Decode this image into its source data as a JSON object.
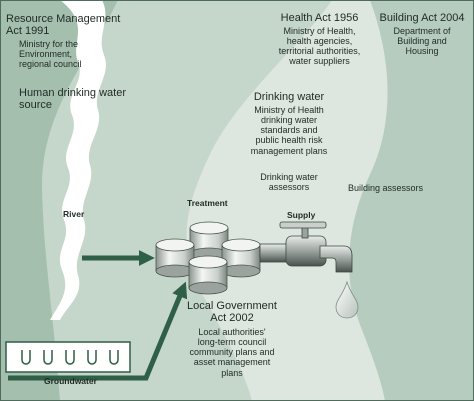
{
  "acts": {
    "rma": {
      "title": "Resource Management Act 1991",
      "title_l1": "Resource Management",
      "title_l2": "Act 1991",
      "bodies": [
        "Ministry for the",
        "Environment,",
        "regional council"
      ]
    },
    "health": {
      "title": "Health Act 1956",
      "bodies": [
        "Ministry of Health,",
        "health agencies,",
        "territorial authorities,",
        "water suppliers"
      ]
    },
    "building": {
      "title": "Building Act 2004",
      "bodies": [
        "Department of",
        "Building and",
        "Housing"
      ]
    },
    "local_gov": {
      "title_l1": "Local Government",
      "title_l2": "Act 2002",
      "bodies": [
        "Local authorities'",
        "long-term council",
        "community plans and",
        "asset management",
        "plans"
      ]
    }
  },
  "zones": {
    "source": {
      "l1": "Human drinking water",
      "l2": "source"
    },
    "drinking": {
      "title": "Drinking water",
      "lines": [
        "Ministry of Health",
        "drinking water",
        "standards and",
        "public health risk",
        "management plans"
      ]
    },
    "assessors": {
      "l1": "Drinking water",
      "l2": "assessors"
    },
    "building_assessors": "Building assessors"
  },
  "labels": {
    "river": "River",
    "treatment": "Treatment",
    "supply": "Supply",
    "groundwater": "Groundwater"
  },
  "colors": {
    "dark_band": "#a5bfaf",
    "mid_band": "#c5d6ca",
    "light_band": "#dde7df",
    "border": "#4f6b5b",
    "arrow": "#2f5f46"
  }
}
